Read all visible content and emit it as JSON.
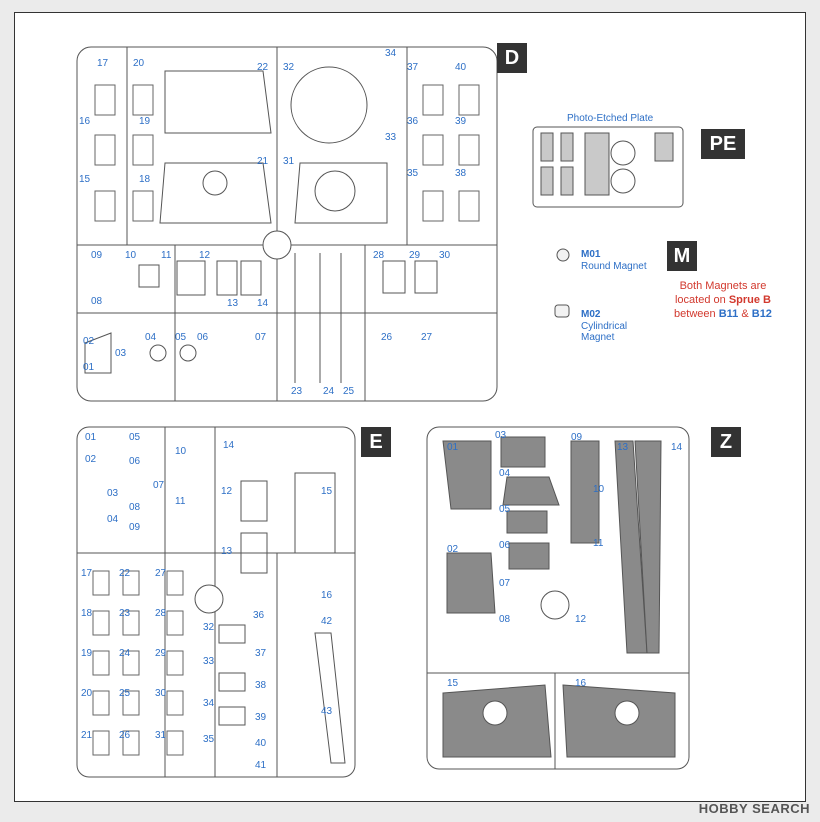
{
  "sprues": {
    "D": {
      "label": "D",
      "numbers": [
        "17",
        "20",
        "22",
        "32",
        "34",
        "37",
        "40",
        "16",
        "19",
        "36",
        "39",
        "21",
        "31",
        "33",
        "15",
        "18",
        "35",
        "38",
        "09",
        "10",
        "11",
        "12",
        "28",
        "29",
        "30",
        "08",
        "13",
        "14",
        "02",
        "03",
        "04",
        "05",
        "06",
        "07",
        "26",
        "27",
        "01",
        "23",
        "24",
        "25"
      ]
    },
    "E": {
      "label": "E",
      "numbers": [
        "01",
        "05",
        "02",
        "06",
        "03",
        "07",
        "04",
        "08",
        "09",
        "10",
        "11",
        "12",
        "13",
        "14",
        "15",
        "16",
        "17",
        "22",
        "27",
        "18",
        "23",
        "28",
        "19",
        "24",
        "29",
        "20",
        "25",
        "30",
        "21",
        "26",
        "31",
        "32",
        "33",
        "34",
        "35",
        "36",
        "37",
        "38",
        "39",
        "40",
        "41",
        "42",
        "43"
      ]
    },
    "Z": {
      "label": "Z",
      "numbers": [
        "01",
        "03",
        "09",
        "13",
        "14",
        "04",
        "10",
        "05",
        "02",
        "06",
        "11",
        "07",
        "08",
        "12",
        "15",
        "16"
      ]
    },
    "PE": {
      "label": "PE",
      "title": "Photo-Etched Plate"
    },
    "M": {
      "label": "M",
      "magnets": [
        {
          "code": "M01",
          "desc_line1": "Round Magnet",
          "desc_line2": ""
        },
        {
          "code": "M02",
          "desc_line1": "Cylindrical",
          "desc_line2": "Magnet"
        }
      ],
      "note_line1": "Both Magnets are",
      "note_line2": "located on",
      "note_sprue": "Sprue B",
      "note_line3": "between",
      "note_b11": "B11",
      "note_and": "&",
      "note_b12": "B12"
    }
  },
  "watermark": "HOBBY SEARCH",
  "colors": {
    "label_blue": "#2d6fc6",
    "note_red": "#d2392e",
    "tag_bg": "#333333",
    "outline": "#444444"
  }
}
